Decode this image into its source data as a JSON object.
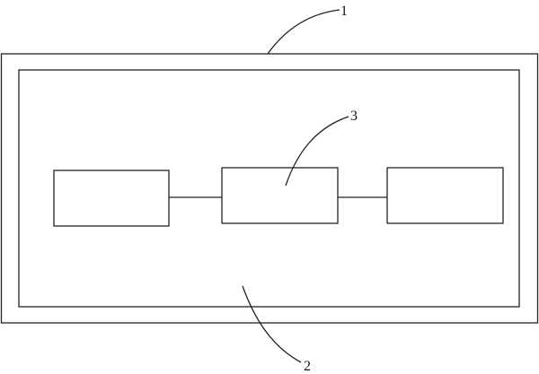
{
  "callouts": {
    "outer_frame": "1",
    "inner_frame": "2",
    "middle_block": "3"
  },
  "colors": {
    "stroke": "#222222",
    "background": "#ffffff"
  }
}
